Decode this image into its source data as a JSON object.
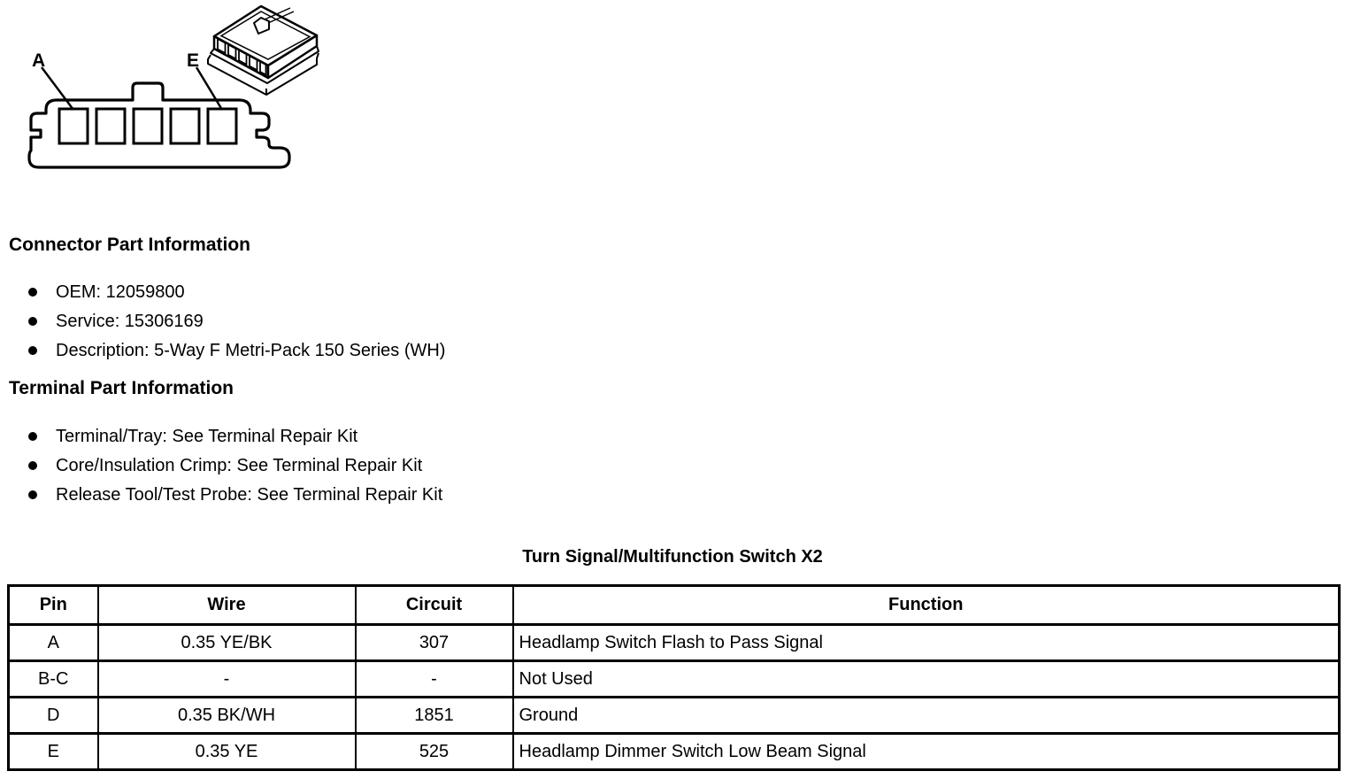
{
  "page": {
    "background_color": "#ffffff",
    "text_color": "#000000"
  },
  "diagram": {
    "pin_label_a": "A",
    "pin_label_e": "E",
    "cavity_count": 5
  },
  "connector_part_information": {
    "heading": "Connector Part Information",
    "items": [
      "OEM: 12059800",
      "Service: 15306169",
      "Description: 5-Way F Metri-Pack 150 Series (WH)"
    ]
  },
  "terminal_part_information": {
    "heading": "Terminal Part Information",
    "items": [
      "Terminal/Tray: See Terminal Repair Kit",
      "Core/Insulation Crimp: See Terminal Repair Kit",
      "Release Tool/Test Probe: See Terminal Repair Kit"
    ]
  },
  "pinout_table": {
    "title": "Turn Signal/Multifunction Switch X2",
    "columns": [
      "Pin",
      "Wire",
      "Circuit",
      "Function"
    ],
    "rows": [
      [
        "A",
        "0.35 YE/BK",
        "307",
        "Headlamp Switch Flash to Pass Signal"
      ],
      [
        "B-C",
        "-",
        "-",
        "Not Used"
      ],
      [
        "D",
        "0.35 BK/WH",
        "1851",
        "Ground"
      ],
      [
        "E",
        "0.35 YE",
        "525",
        "Headlamp Dimmer Switch Low Beam Signal"
      ]
    ]
  }
}
